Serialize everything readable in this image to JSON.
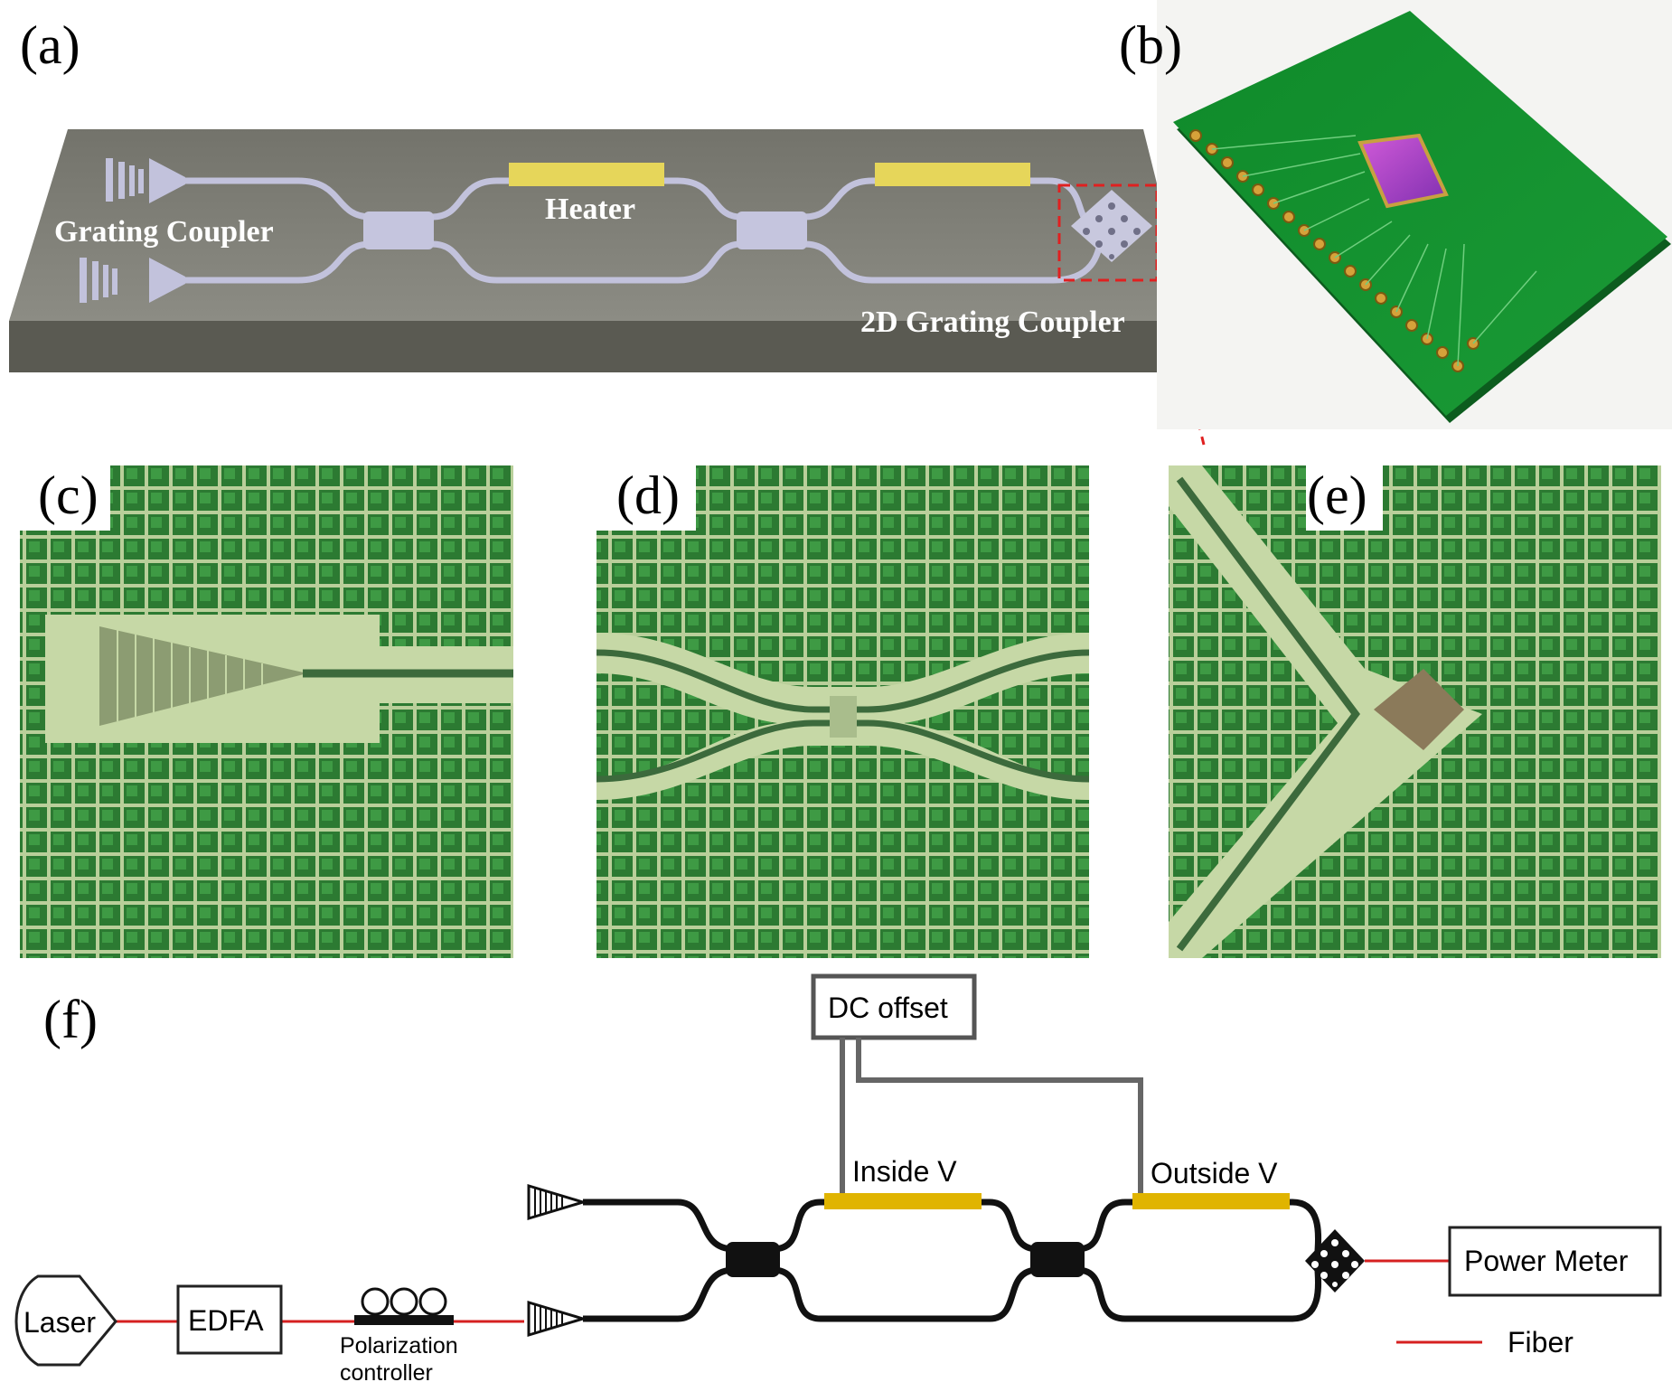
{
  "panels": {
    "a": "(a)",
    "b": "(b)",
    "c": "(c)",
    "d": "(d)",
    "e": "(e)",
    "f": "(f)"
  },
  "chip_3d": {
    "grating_coupler": "Grating Coupler",
    "heater": "Heater",
    "grating_2d": "2D Grating Coupler"
  },
  "setup": {
    "laser": "Laser",
    "edfa": "EDFA",
    "polarization_line1": "Polarization",
    "polarization_line2": "controller",
    "dc_offset": "DC offset",
    "inside_v": "Inside V",
    "outside_v": "Outside V",
    "power_meter": "Power Meter",
    "fiber_legend": "Fiber"
  },
  "colors": {
    "fiber": "#d62020",
    "heater": "#e0b400",
    "wire": "#666666",
    "micro_green": "#2f7a35",
    "pcb": "#138a2c"
  }
}
